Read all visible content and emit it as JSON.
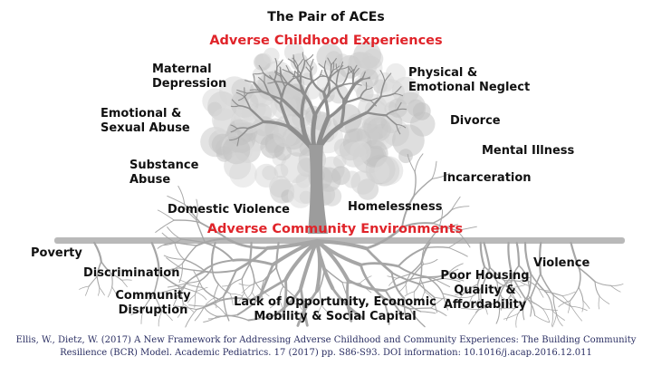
{
  "title": "The Pair of ACEs",
  "subtitle_top": "Adverse Childhood Experiences",
  "subtitle_mid": "Adverse Community Environments",
  "colors": {
    "accent": "#e0242a",
    "text": "#111111",
    "tree": "#9a9a9a",
    "citation": "#2b2f63"
  },
  "canopy_labels": {
    "maternal_depression": "Maternal\nDepression",
    "emotional_sexual_abuse": "Emotional &\nSexual Abuse",
    "substance_abuse": "Substance\nAbuse",
    "domestic_violence": "Domestic Violence",
    "physical_emotional_neglect": "Physical &\nEmotional Neglect",
    "divorce": "Divorce",
    "mental_illness": "Mental Illness",
    "incarceration": "Incarceration",
    "homelessness": "Homelessness"
  },
  "root_labels": {
    "poverty": "Poverty",
    "discrimination": "Discrimination",
    "community_disruption": "Community\nDisruption",
    "lack_of_opportunity": "Lack of Opportunity, Economic\nMobility & Social Capital",
    "poor_housing": "Poor Housing\nQuality &\nAffordability",
    "violence": "Violence"
  },
  "citation": "Ellis, W., Dietz, W. (2017)  A New Framework for Addressing Adverse Childhood and Community Experiences: The Building Community Resilience (BCR) Model. Academic Pediatrics. 17 (2017) pp. S86-S93. DOI information: 10.1016/j.acap.2016.12.011"
}
